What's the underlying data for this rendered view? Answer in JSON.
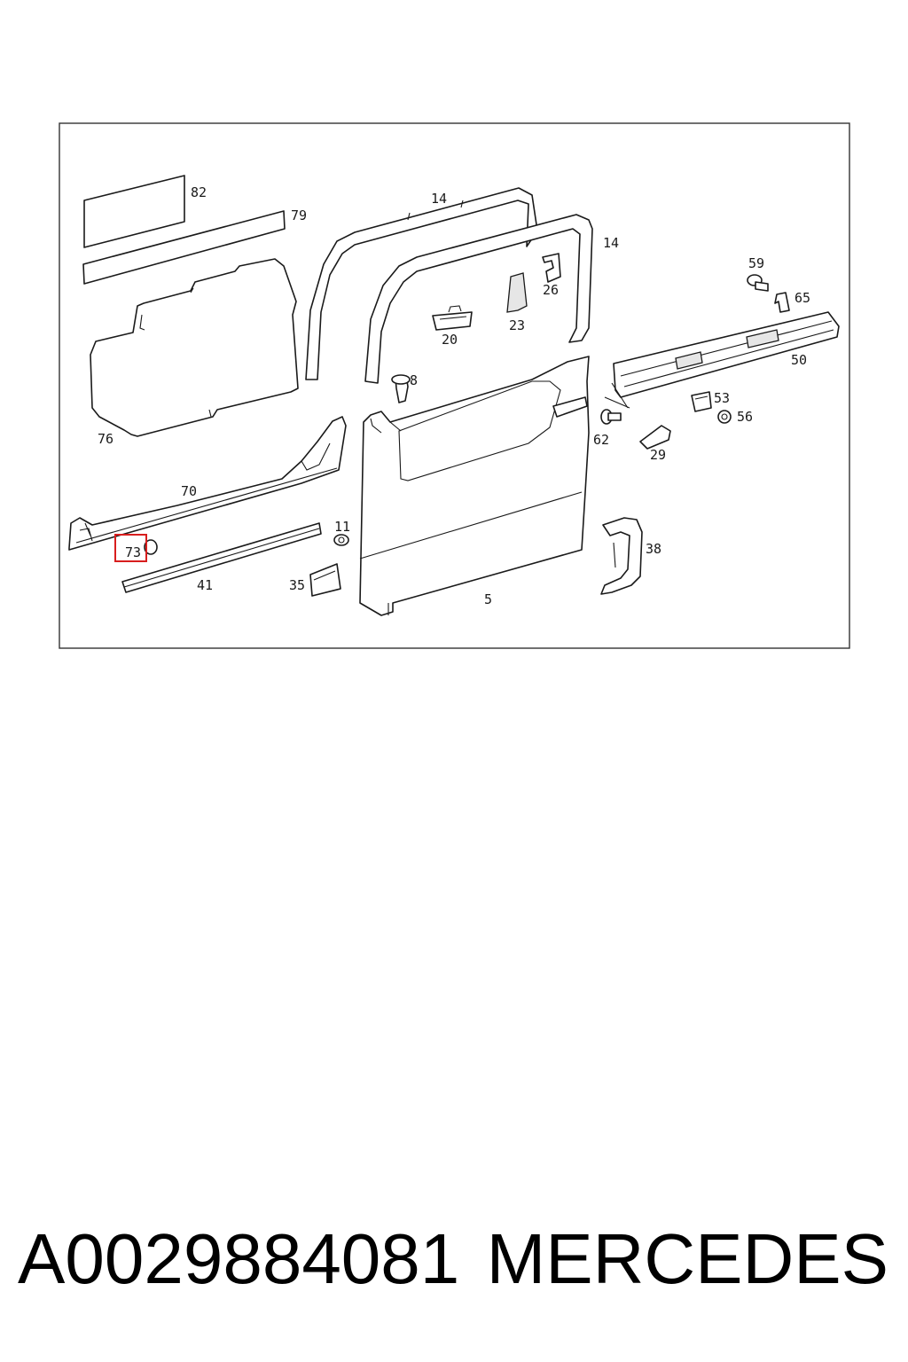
{
  "diagram": {
    "callouts": {
      "c82": "82",
      "c79": "79",
      "c14a": "14",
      "c14b": "14",
      "c26": "26",
      "c23": "23",
      "c20": "20",
      "c59": "59",
      "c65": "65",
      "c50": "50",
      "c8": "8",
      "c53": "53",
      "c56": "56",
      "c62": "62",
      "c29": "29",
      "c76": "76",
      "c70": "70",
      "c73": "73",
      "c11": "11",
      "c41": "41",
      "c35": "35",
      "c5": "5",
      "c38": "38"
    },
    "highlighted_callout": "73",
    "colors": {
      "highlight": "#d81e1e",
      "line": "#1a1a1a"
    }
  },
  "footer": {
    "part_number": "A0029884081",
    "brand": "MERCEDES"
  }
}
